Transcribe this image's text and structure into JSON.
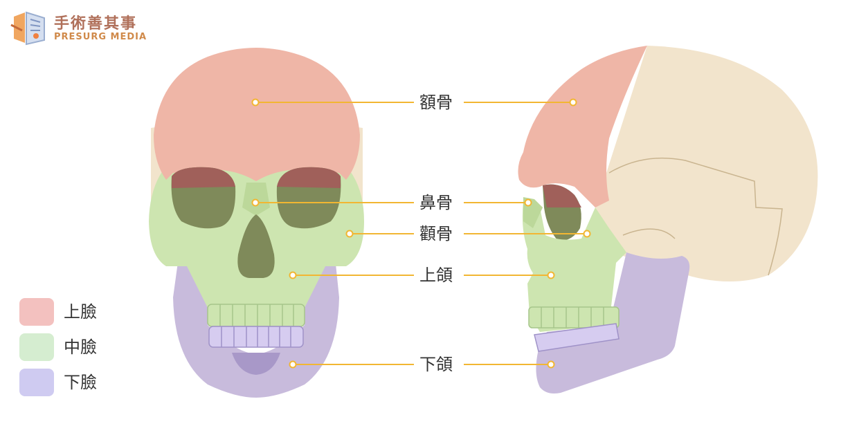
{
  "brand": {
    "name_cn": "手術善其事",
    "name_en": "PRESURG MEDIA"
  },
  "labels": [
    {
      "key": "frontal",
      "text": "額骨"
    },
    {
      "key": "nasal",
      "text": "鼻骨"
    },
    {
      "key": "zygomatic",
      "text": "顴骨"
    },
    {
      "key": "maxilla",
      "text": "上頜"
    },
    {
      "key": "mandible",
      "text": "下頜"
    }
  ],
  "legend": [
    {
      "text": "上臉",
      "color": "#f3c1bf"
    },
    {
      "text": "中臉",
      "color": "#d5edd0"
    },
    {
      "text": "下臉",
      "color": "#cfcbf1"
    }
  ],
  "colors": {
    "upper_face": "#efb6a7",
    "mid_face": "#cde5b0",
    "lower_face": "#c8bbdc",
    "cranium": "#f2e4cc",
    "leader_line": "#f2b632",
    "orbit": "#7f8a5a"
  }
}
